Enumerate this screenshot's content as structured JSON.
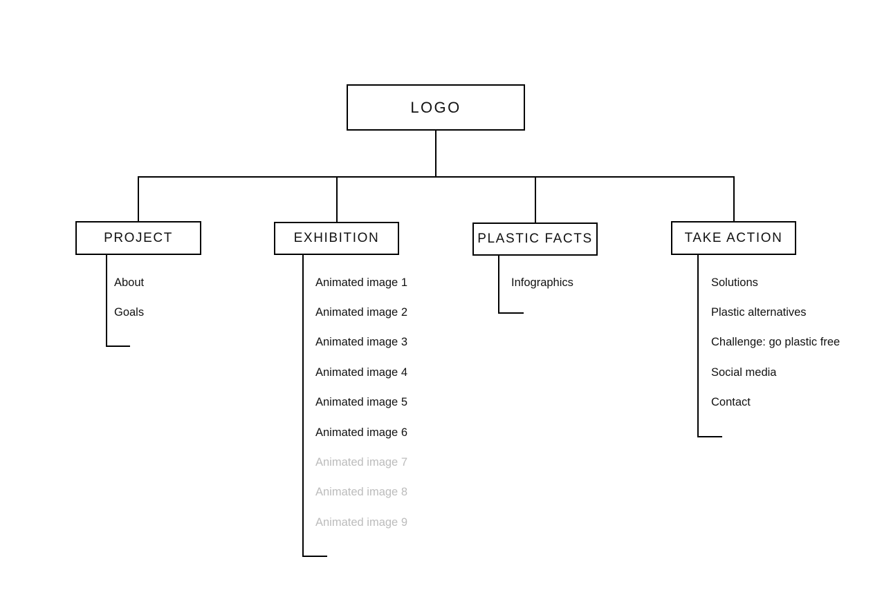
{
  "diagram": {
    "title": "LOGO",
    "type": "sitemap",
    "root": {
      "label": "LOGO"
    },
    "sections": [
      {
        "id": "project",
        "label": "PROJECT",
        "children": [
          {
            "label": "About",
            "state": "active"
          },
          {
            "label": "Goals",
            "state": "active"
          }
        ]
      },
      {
        "id": "exhibition",
        "label": "EXHIBITION",
        "children": [
          {
            "label": "Animated image 1",
            "state": "active"
          },
          {
            "label": "Animated image 2",
            "state": "active"
          },
          {
            "label": "Animated image 3",
            "state": "active"
          },
          {
            "label": "Animated image 4",
            "state": "active"
          },
          {
            "label": "Animated image 5",
            "state": "active"
          },
          {
            "label": "Animated image 6",
            "state": "active"
          },
          {
            "label": "Animated image 7",
            "state": "muted"
          },
          {
            "label": "Animated image 8",
            "state": "muted"
          },
          {
            "label": "Animated image 9",
            "state": "muted"
          }
        ]
      },
      {
        "id": "plastic-facts",
        "label": "PLASTIC FACTS",
        "children": [
          {
            "label": "Infographics",
            "state": "active"
          }
        ]
      },
      {
        "id": "take-action",
        "label": "TAKE ACTION",
        "children": [
          {
            "label": "Solutions",
            "state": "active"
          },
          {
            "label": "Plastic alternatives",
            "state": "active"
          },
          {
            "label": "Challenge: go plastic free",
            "state": "active"
          },
          {
            "label": "Social media",
            "state": "active"
          },
          {
            "label": "Contact",
            "state": "active"
          }
        ]
      }
    ],
    "colors": {
      "line": "#000000",
      "text": "#111111",
      "muted_text": "#bcbcbc",
      "background": "#ffffff"
    }
  }
}
